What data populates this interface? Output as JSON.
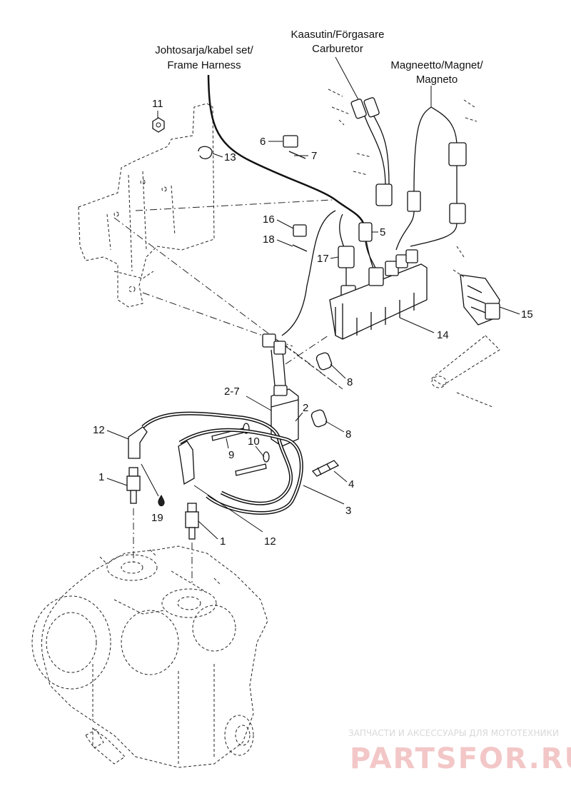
{
  "captions": {
    "harness": [
      "Johtosarja/kabel set/",
      "Frame Harness"
    ],
    "carburetor": [
      "Kaasutin/Förgasare",
      "Carburetor"
    ],
    "magneto": [
      "Magneetto/Magnet/",
      "Magneto"
    ]
  },
  "callouts": {
    "c1a": "1",
    "c1b": "1",
    "c2": "2",
    "c2_7": "2-7",
    "c3": "3",
    "c4": "4",
    "c5": "5",
    "c6": "6",
    "c7": "7",
    "c8a": "8",
    "c8b": "8",
    "c9": "9",
    "c10": "10",
    "c11": "11",
    "c12a": "12",
    "c12b": "12",
    "c13": "13",
    "c14": "14",
    "c15": "15",
    "c16": "16",
    "c17": "17",
    "c18": "18",
    "c19": "19"
  },
  "watermark": {
    "tagline": "ЗАПЧАСТИ И АКСЕССУАРЫ ДЛЯ МОТОТЕХНИКИ",
    "logo": "PARTSFOR.RU"
  }
}
